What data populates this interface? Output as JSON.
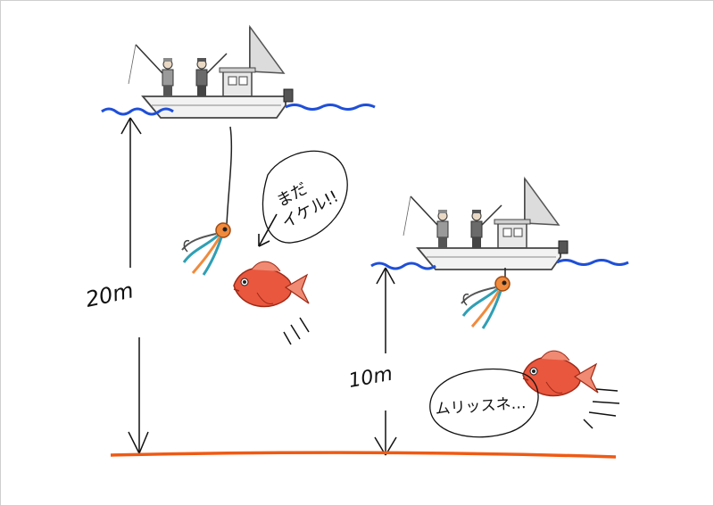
{
  "scene_left": {
    "depth_label": "20m",
    "speech_text_line1": "まだ",
    "speech_text_line2": "イケル!!"
  },
  "scene_right": {
    "depth_label": "10m",
    "speech_text": "ムリッスネ…"
  },
  "colors": {
    "water_line": "#1f4fd8",
    "seabed_line": "#ef5a14",
    "fish_body": "#e9573e",
    "fish_fin": "#f08a73",
    "lure_head": "#f08a3c",
    "lure_skirt": "#2f9fb4",
    "boat_hull": "#f2f2f2",
    "sail": "#dcdcdc",
    "outline": "#333333"
  }
}
